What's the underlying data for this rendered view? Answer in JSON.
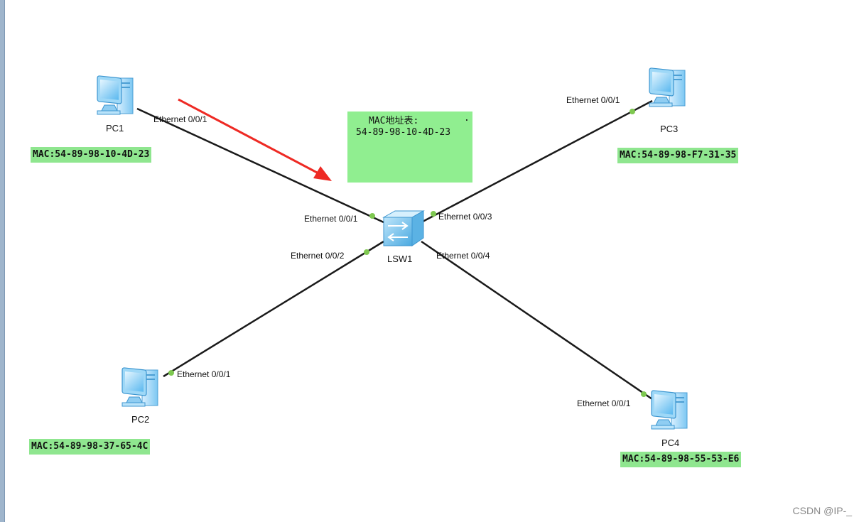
{
  "devices": {
    "pc1": {
      "label": "PC1",
      "mac": "MAC:54-89-98-10-4D-23",
      "port": "Ethernet 0/0/1"
    },
    "pc2": {
      "label": "PC2",
      "mac": "MAC:54-89-98-37-65-4C",
      "port": "Ethernet 0/0/1"
    },
    "pc3": {
      "label": "PC3",
      "mac": "MAC:54-89-98-F7-31-35",
      "port": "Ethernet 0/0/1"
    },
    "pc4": {
      "label": "PC4",
      "mac": "MAC:54-89-98-55-53-E6",
      "port": "Ethernet 0/0/1"
    },
    "switch": {
      "label": "LSW1",
      "ports": {
        "p1": "Ethernet 0/0/1",
        "p2": "Ethernet 0/0/2",
        "p3": "Ethernet 0/0/3",
        "p4": "Ethernet 0/0/4"
      }
    }
  },
  "mac_table": {
    "title": "MAC地址表:",
    "dot": ".",
    "entries": [
      "54-89-98-10-4D-23"
    ]
  },
  "colors": {
    "link": "#1a1a1a",
    "port_dot": "#7ec850",
    "arrow": "#ee2a24",
    "mac_box": "#8fe68f"
  },
  "watermark": "CSDN @IP-_"
}
